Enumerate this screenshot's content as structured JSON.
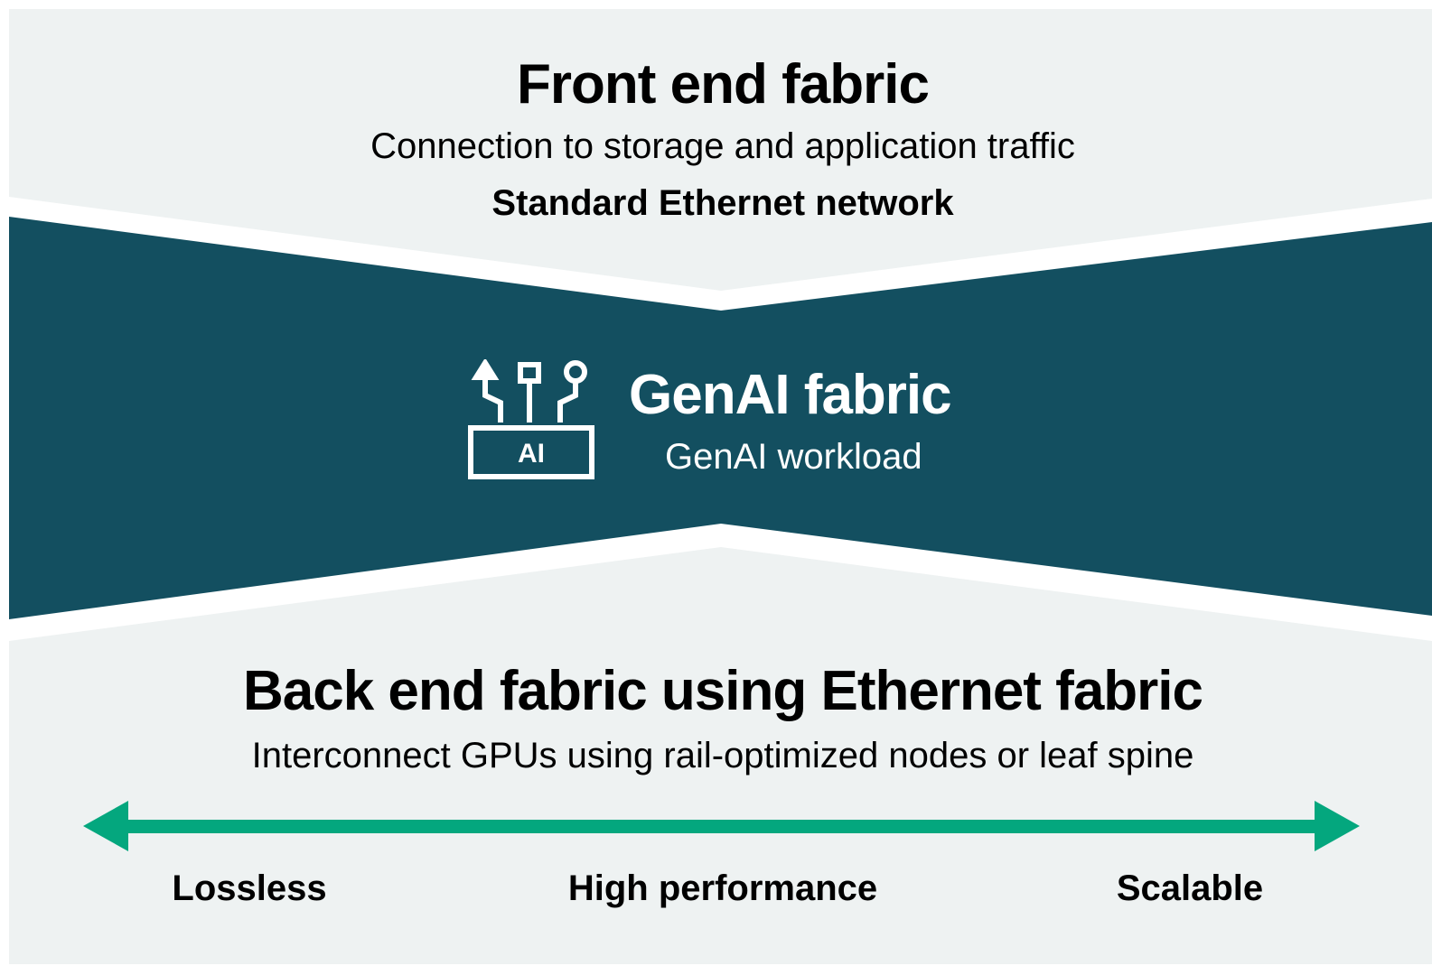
{
  "front_end": {
    "title": "Front end fabric",
    "subtitle": "Connection to storage and application traffic",
    "network": "Standard Ethernet network"
  },
  "genai": {
    "title": "GenAI fabric",
    "subtitle": "GenAI workload",
    "icon": "ai-chip-icon",
    "icon_label": "AI"
  },
  "back_end": {
    "title": "Back end fabric using Ethernet fabric",
    "subtitle": "Interconnect GPUs using rail-optimized nodes or leaf spine",
    "properties": [
      "Lossless",
      "High performance",
      "Scalable"
    ]
  },
  "colors": {
    "panel_background": "#eef2f2",
    "genai_band": "#134f60",
    "arrow": "#04a77e",
    "separator": "#ffffff",
    "text_dark": "#000000",
    "text_light": "#ffffff"
  }
}
